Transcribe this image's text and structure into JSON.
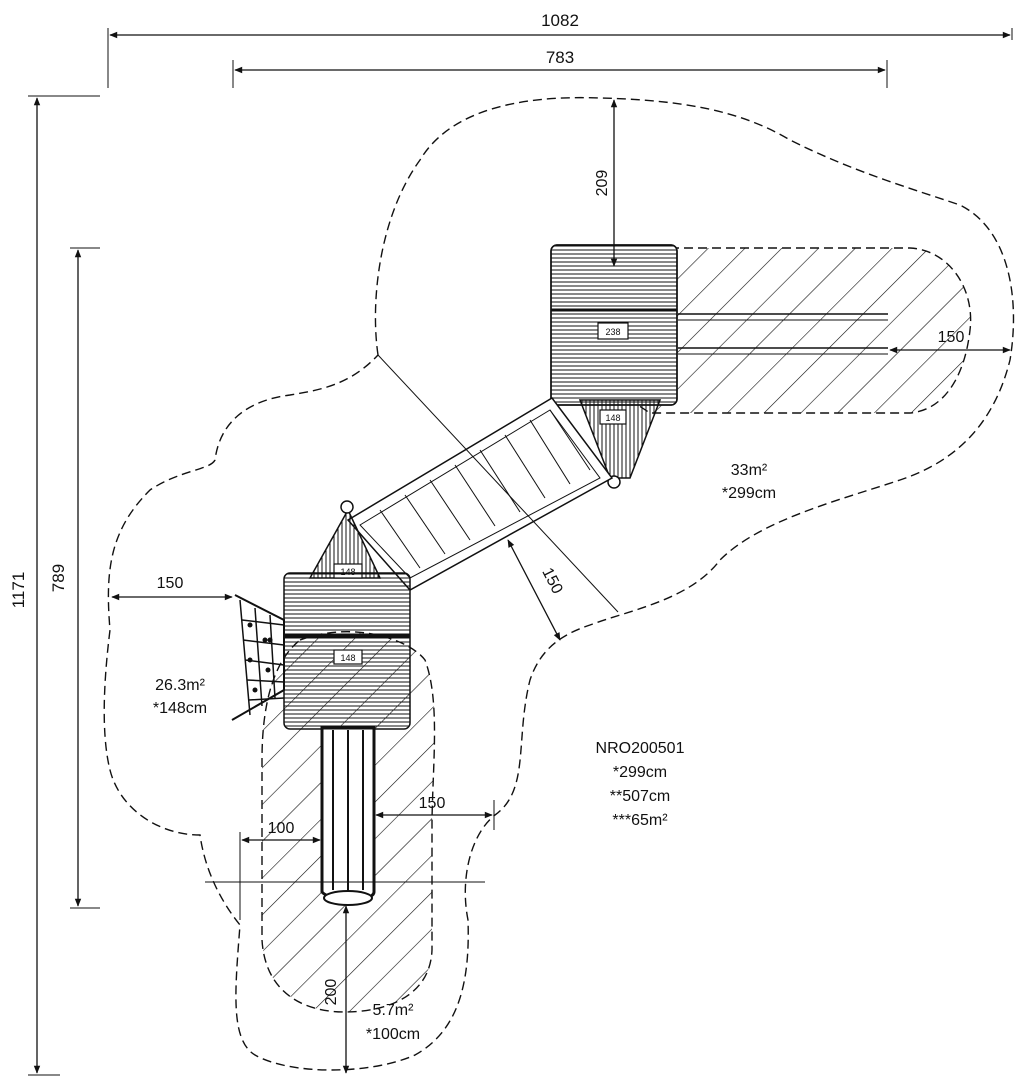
{
  "dimensions": {
    "overall_width": "1082",
    "inner_width": "783",
    "overall_height": "1171",
    "inner_height": "789",
    "top_clearance": "209",
    "right_clearance": "150",
    "left_clearance": "150",
    "bridge_clearance": "150",
    "slide_right_clearance": "150",
    "slide_left_clearance": "100",
    "slide_bottom_clearance": "200"
  },
  "areas": {
    "upper_area": "33m²",
    "upper_height": "*299cm",
    "left_area": "26.3m²",
    "left_height": "*148cm",
    "slide_area": "5.7m²",
    "slide_height": "*100cm"
  },
  "deck_tags": {
    "upper_deck": "238",
    "upper_stair": "148",
    "left_deck": "148",
    "left_stair": "148"
  },
  "product": {
    "code": "NRO200501",
    "height": "*299cm",
    "height2": "**507cm",
    "area": "***65m²"
  }
}
